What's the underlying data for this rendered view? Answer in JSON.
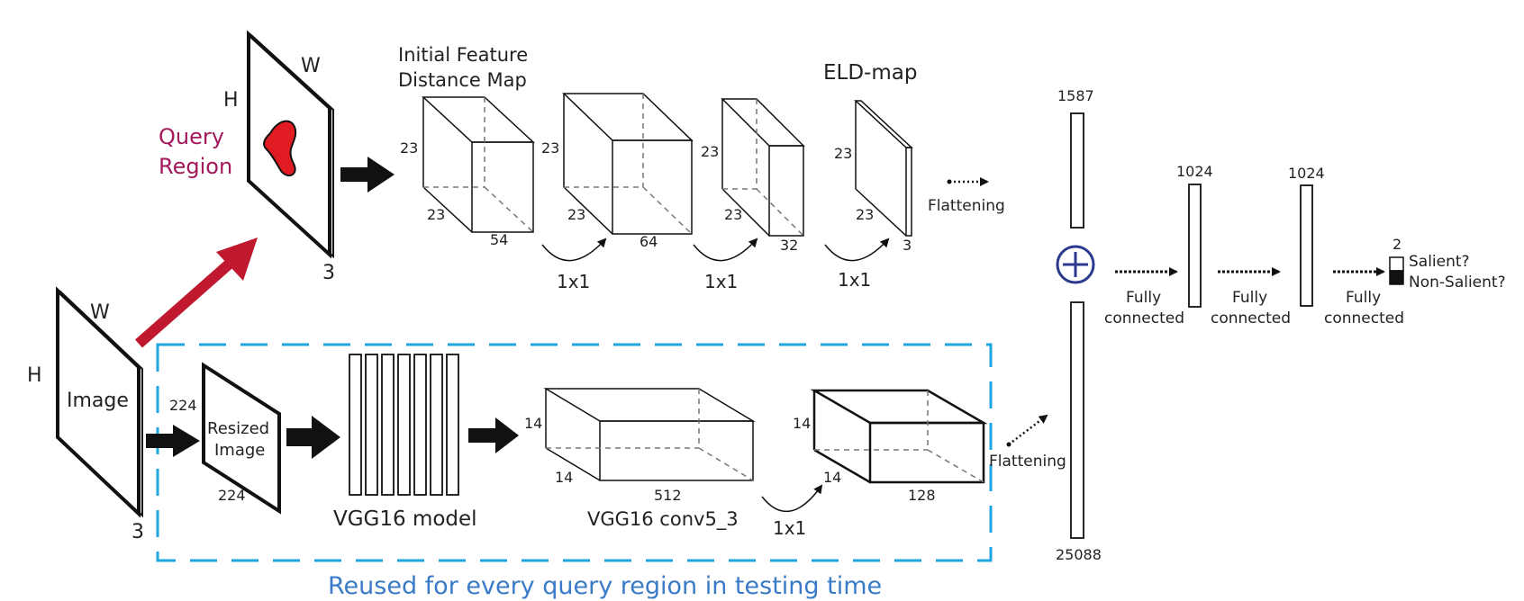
{
  "query": {
    "h": "H",
    "w": "W",
    "c": "3",
    "label_line1": "Query",
    "label_line2": "Region"
  },
  "image": {
    "h": "H",
    "w": "W",
    "c": "3",
    "label": "Image"
  },
  "eld": {
    "title_line1": "Initial Feature",
    "title_line2": "Distance Map",
    "map_title": "ELD-map",
    "cube1": {
      "h": "23",
      "d": "23",
      "w": "54"
    },
    "cube2": {
      "h": "23",
      "d": "23",
      "w": "64"
    },
    "cube3": {
      "h": "23",
      "d": "23",
      "w": "32"
    },
    "cube4": {
      "h": "23",
      "d": "23",
      "w": "3"
    },
    "conv": [
      "1x1",
      "1x1",
      "1x1"
    ],
    "flatten": "Flattening"
  },
  "vgg": {
    "resized_dim_side": "224",
    "resized_dim_bottom": "224",
    "resized_line1": "Resized",
    "resized_line2": "Image",
    "model_label": "VGG16 model",
    "conv_label": "VGG16 conv5_3",
    "box1": {
      "h": "14",
      "d": "14",
      "w": "512"
    },
    "box2": {
      "h": "14",
      "d": "14",
      "w": "128"
    },
    "conv": "1x1",
    "flatten": "Flattening",
    "reused_caption": "Reused for every query region in testing time"
  },
  "fc": {
    "concat_top": "1587",
    "concat_bottom": "25088",
    "layer1": "1024",
    "layer2": "1024",
    "output": "2",
    "fc_label_line1": "Fully",
    "fc_label_line2": "connected",
    "salient": "Salient?",
    "non_salient": "Non-Salient?"
  },
  "colors": {
    "query_text": "#a3195b",
    "red_arrow": "#c0182f",
    "blob": "#e11b22",
    "dashed_box": "#1ea6e0",
    "caption": "#3a7bc8",
    "plus": "#2b3a8f"
  }
}
